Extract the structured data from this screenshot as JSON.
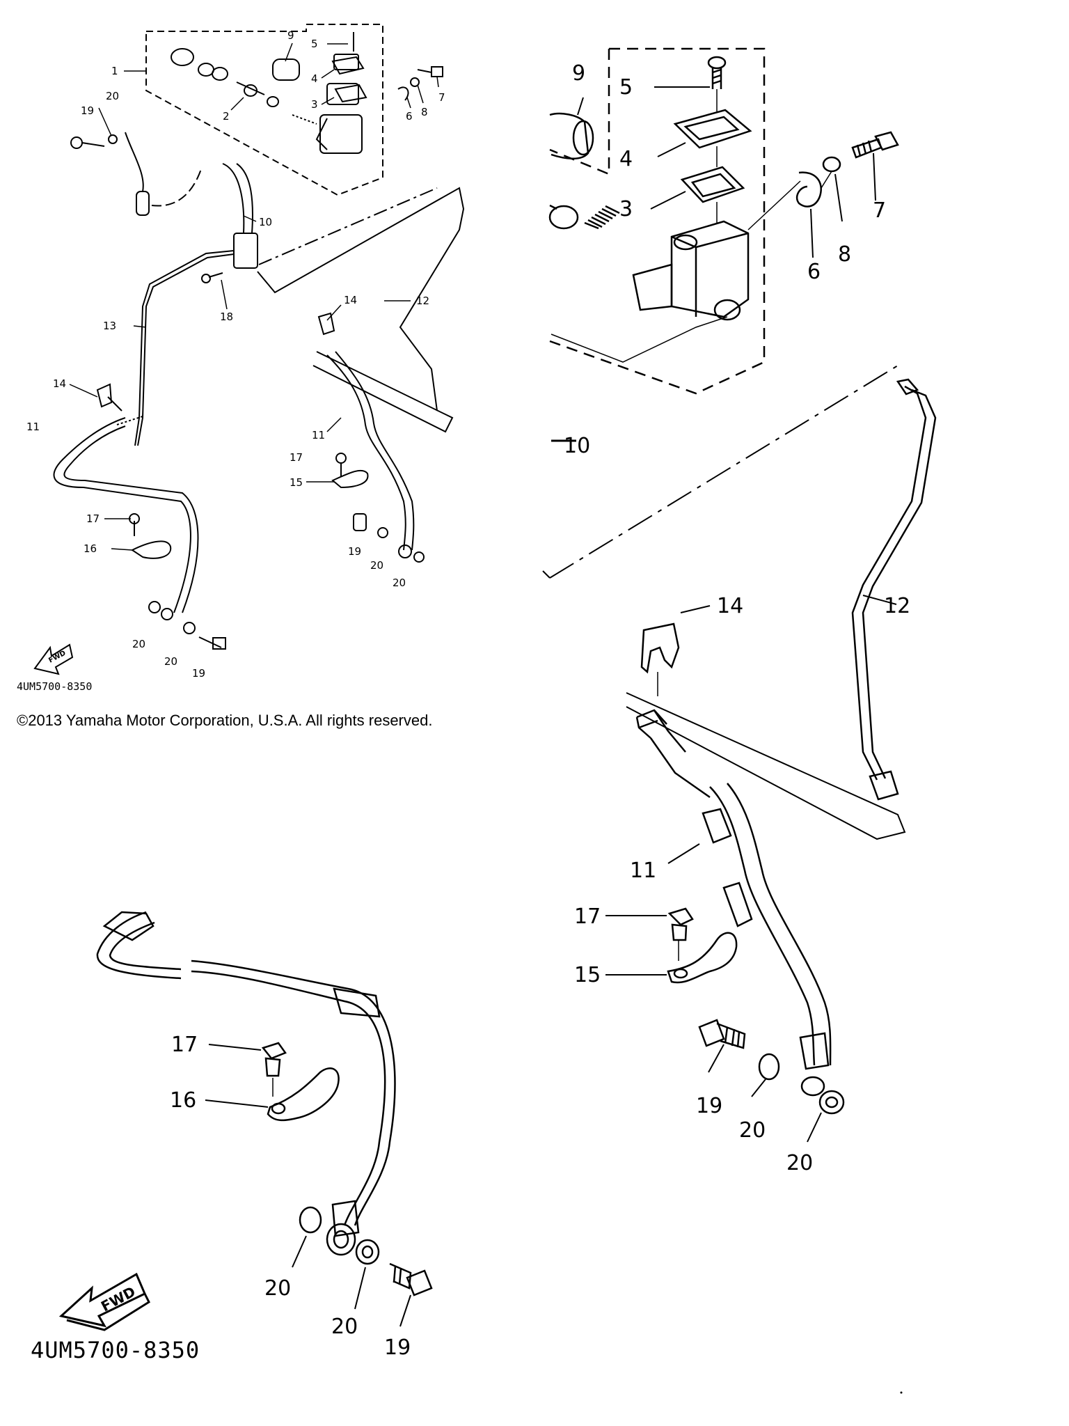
{
  "doc_code": "4UM5700-8350",
  "copyright": "©2013 Yamaha Motor Corporation, U.S.A. All rights reserved.",
  "fwd_label": "FWD",
  "overview_labels": {
    "p1": "1",
    "p2": "2",
    "p3": "3",
    "p4": "4",
    "p5": "5",
    "p6": "6",
    "p7": "7",
    "p8": "8",
    "p9": "9",
    "p10": "10",
    "p11a": "11",
    "p11b": "11",
    "p12": "12",
    "p13": "13",
    "p14a": "14",
    "p14b": "14",
    "p15": "15",
    "p16": "16",
    "p17a": "17",
    "p17b": "17",
    "p18": "18",
    "p19a": "19",
    "p19b": "19",
    "p19c": "19",
    "p20a": "20",
    "p20b": "20",
    "p20c": "20",
    "p20d": "20",
    "p20e": "20"
  },
  "detail_right_labels": {
    "p9": "9",
    "p5": "5",
    "p4": "4",
    "p3": "3",
    "p6": "6",
    "p8": "8",
    "p7": "7",
    "p10": "10",
    "p12": "12",
    "p14": "14",
    "p11": "11",
    "p17": "17",
    "p15": "15",
    "p19": "19",
    "p20a": "20",
    "p20b": "20"
  },
  "detail_bottom_labels": {
    "p17": "17",
    "p16": "16",
    "p20a": "20",
    "p20b": "20",
    "p19": "19"
  }
}
